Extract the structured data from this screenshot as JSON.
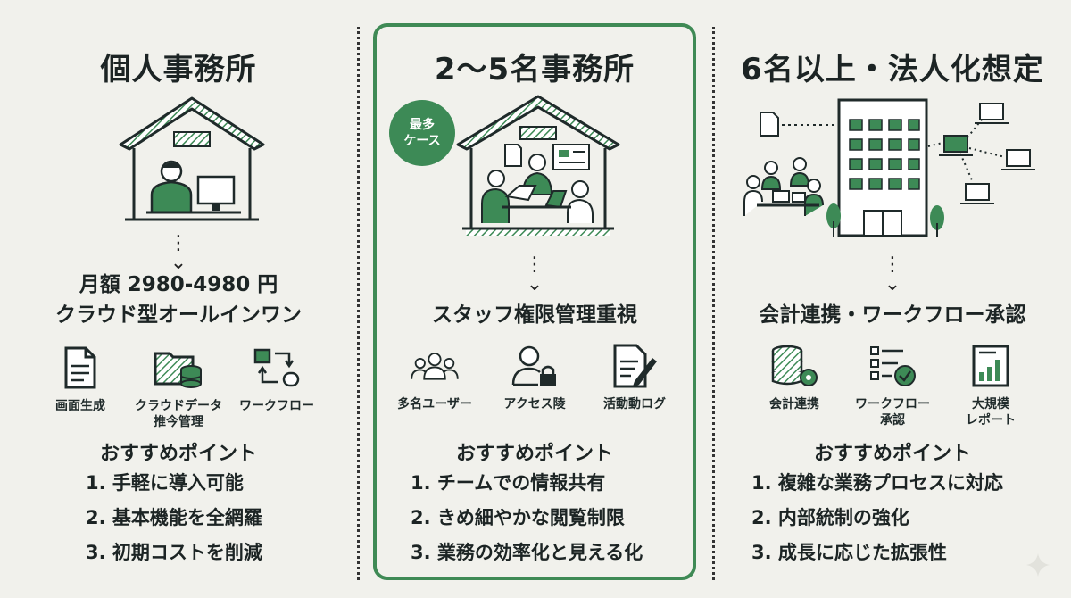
{
  "columns": [
    {
      "heading": "個人事務所",
      "price_line1": "月額 2980-4980 円",
      "price_line2": "クラウド型オールインワン",
      "features": [
        {
          "icon": "document-icon",
          "label": "画面生成"
        },
        {
          "icon": "folder-database-icon",
          "label": "クラウドデータ\n推今管理"
        },
        {
          "icon": "workflow-icon",
          "label": "ワークフロー"
        }
      ],
      "recommend_title": "おすすめポイント",
      "points": [
        "1. 手軽に導入可能",
        "2. 基本機能を全網羅",
        "3. 初期コストを削減"
      ]
    },
    {
      "heading": "2〜5名事務所",
      "badge": "最多\nケース",
      "price_line1": "スタッフ権限管理重視",
      "features": [
        {
          "icon": "users-icon",
          "label": "多名ユーザー"
        },
        {
          "icon": "user-lock-icon",
          "label": "アクセス陵"
        },
        {
          "icon": "edit-document-icon",
          "label": "活動動ログ"
        }
      ],
      "recommend_title": "おすすめポイント",
      "points": [
        "1. チームでの情報共有",
        "2. きめ細やかな閲覧制限",
        "3. 業務の効率化と見える化"
      ]
    },
    {
      "heading": "6名以上・法人化想定",
      "price_line1": "会計連携・ワークフロー承認",
      "features": [
        {
          "icon": "database-gear-icon",
          "label": "会計連携"
        },
        {
          "icon": "checklist-icon",
          "label": "ワークフロー\n承認"
        },
        {
          "icon": "bar-report-icon",
          "label": "大規模\nレポート"
        }
      ],
      "recommend_title": "おすすめポイント",
      "points": [
        "1. 複雑な業務プロセスに対応",
        "2. 内部統制の強化",
        "3. 成長に応じた拡張性"
      ]
    }
  ],
  "colors": {
    "accent": "#3d8a56",
    "accent_light": "#a9cdb2",
    "ink": "#1f2a2a",
    "background": "#f1f1ec"
  }
}
